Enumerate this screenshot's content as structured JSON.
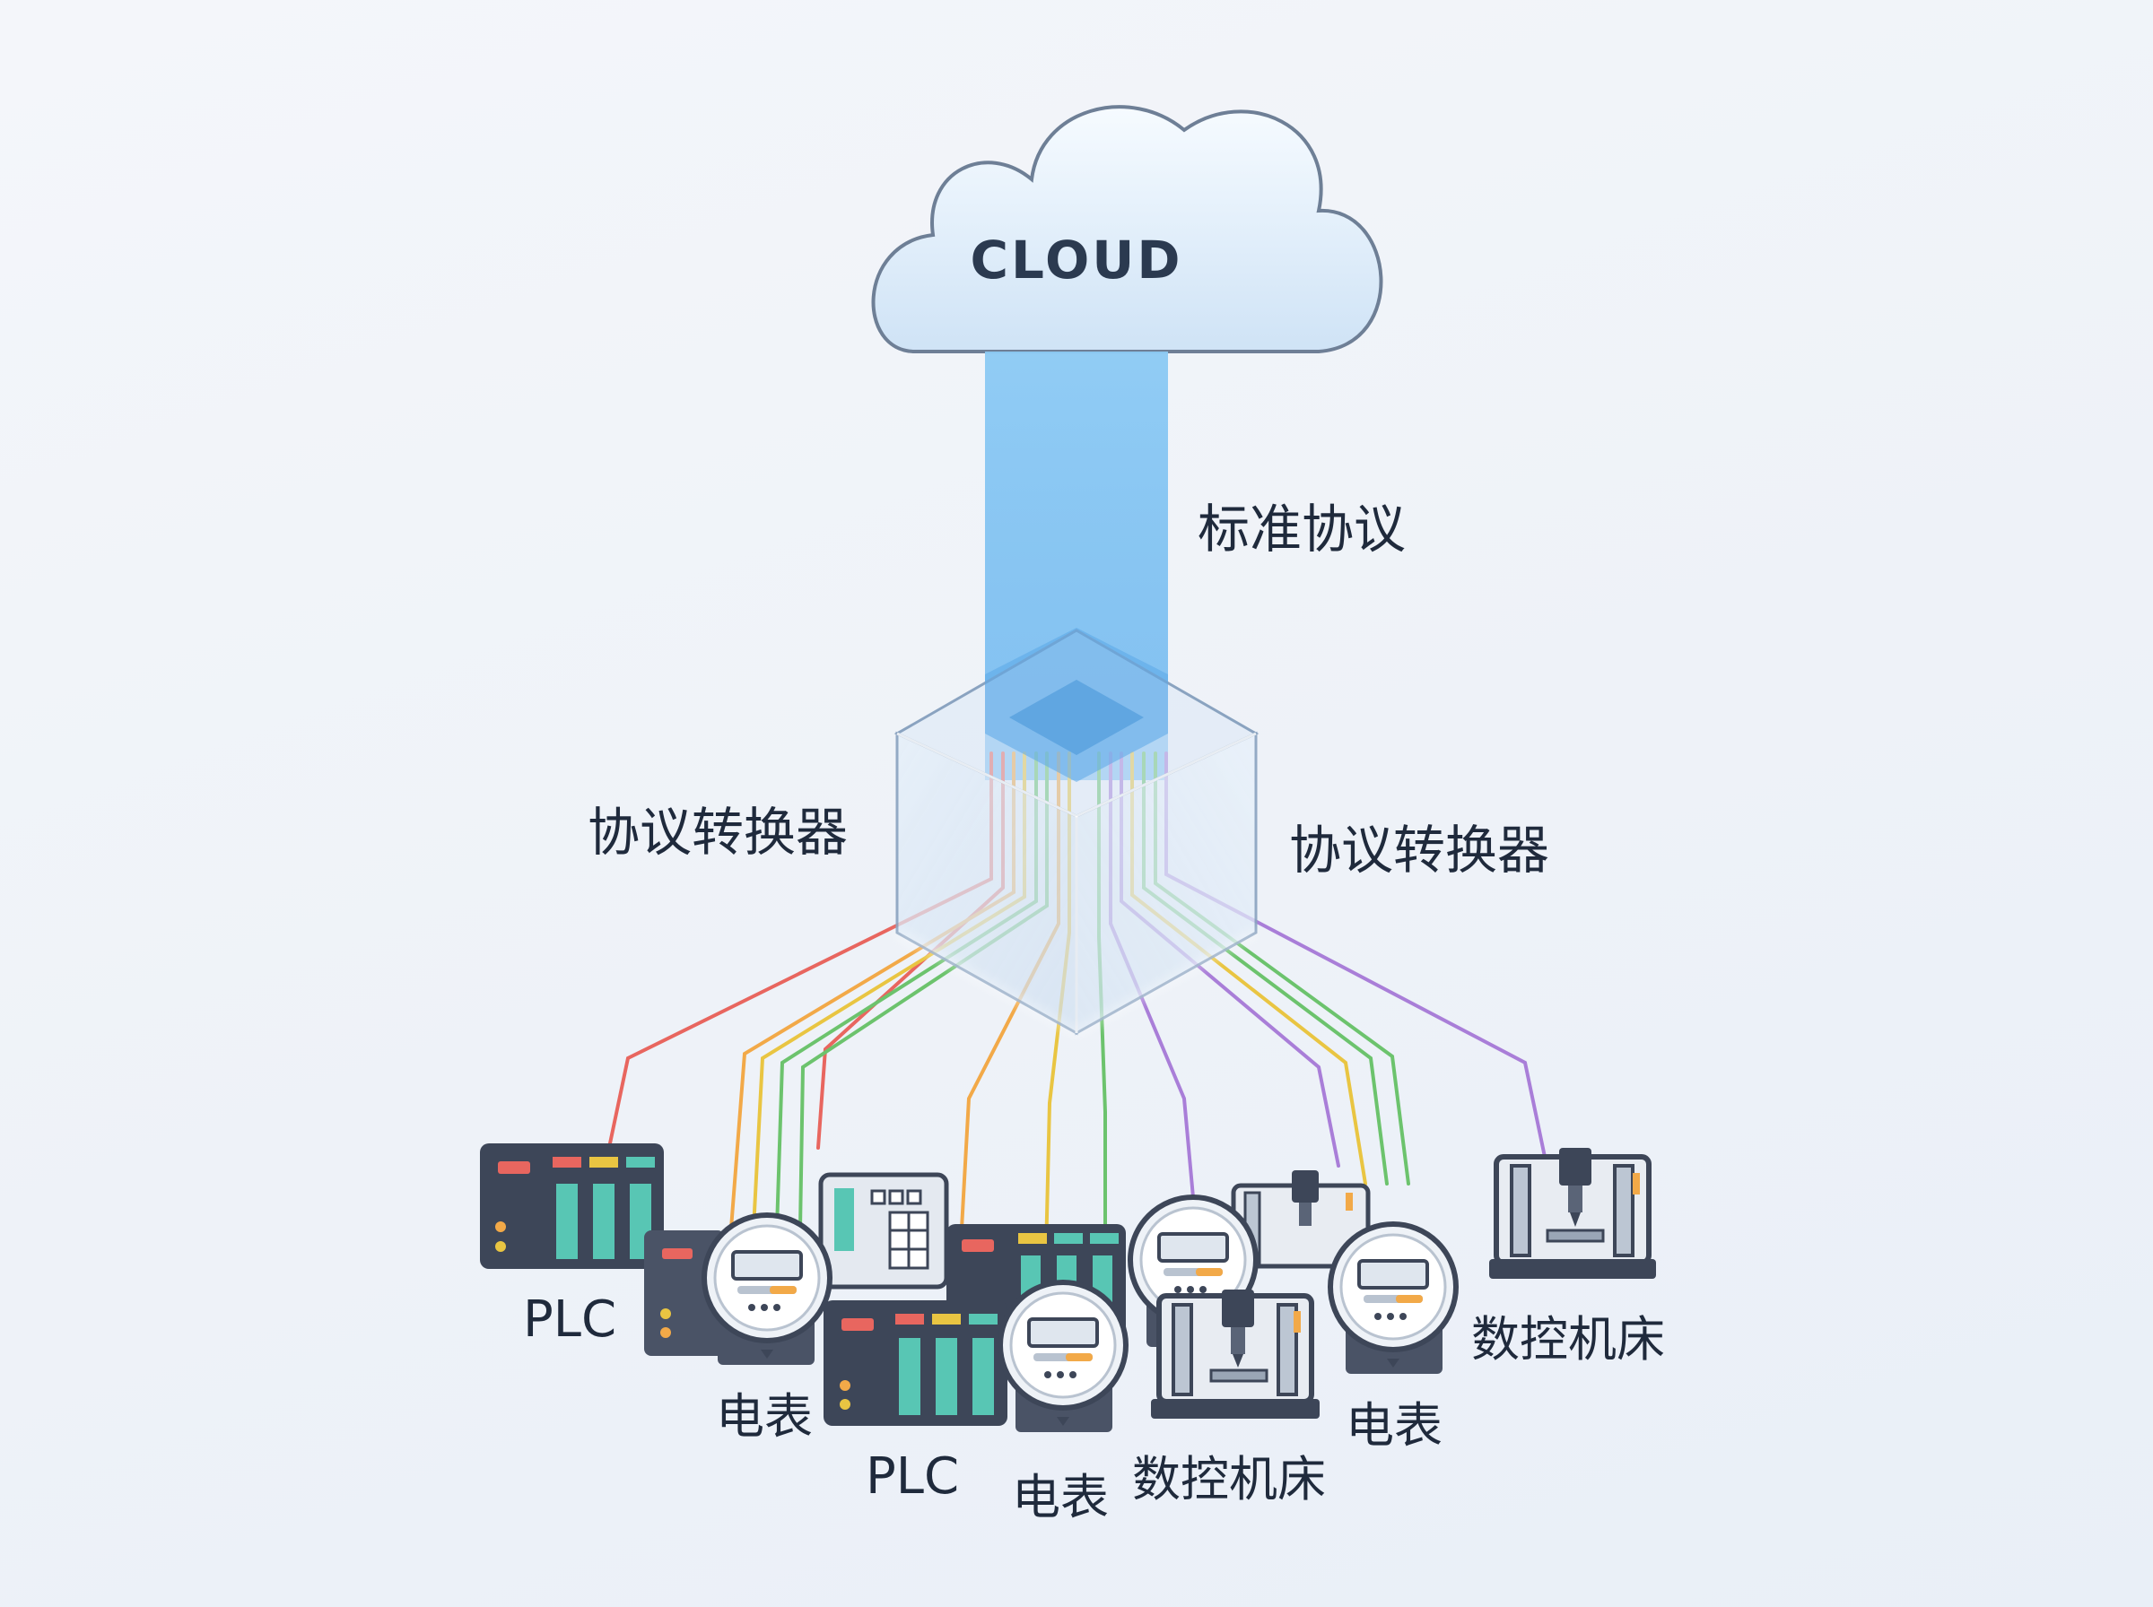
{
  "cloud": {
    "label": "CLOUD"
  },
  "beam": {
    "label": "标准协议"
  },
  "converter": {
    "label_left": "协议转换器",
    "label_right": "协议转换器"
  },
  "devices": {
    "plc_left": "PLC",
    "meter_left": "电表",
    "plc_center": "PLC",
    "meter_center": "电表",
    "cnc_center": "数控机床",
    "meter_right": "电表",
    "cnc_right": "数控机床"
  },
  "colors": {
    "red": "#e8665f",
    "orange": "#f2a948",
    "yellow": "#e9c542",
    "green": "#6cc36d",
    "purple": "#a97ed8",
    "beam": "#79c0f2",
    "device_dark": "#3d4658",
    "accent_teal": "#58c6b4"
  }
}
